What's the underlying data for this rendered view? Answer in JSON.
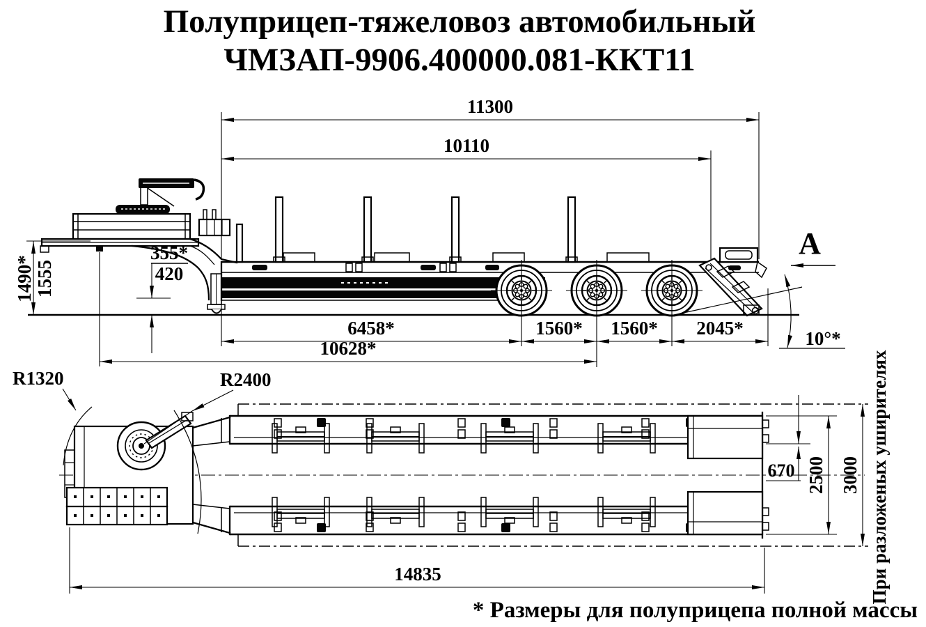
{
  "title": {
    "line1": "Полуприцеп-тяжеловоз автомобильный",
    "line2": "ЧМЗАП-9906.400000.081-ККТ11"
  },
  "side_view": {
    "view_arrow_label": "А",
    "dimensions": {
      "overall_length_top": "11300",
      "platform_length": "10110",
      "height_laden": "1490*",
      "height_unladen": "1555",
      "loading_height_laden": "355*",
      "loading_height_unladen": "420",
      "front_to_first_axle": "6458*",
      "axle_spacing_first": "1560*",
      "axle_spacing_second": "1560*",
      "rear_overhang": "2045*",
      "kingpin_to_middle_axle": "10628*",
      "ramp_angle": "10°*"
    }
  },
  "plan_view": {
    "dimensions": {
      "front_corner_radius": "R1320",
      "swing_radius": "R2400",
      "center_to_rail": "670",
      "frame_width": "2500",
      "extended_width": "3000",
      "overall_length": "14835"
    },
    "rotated_note": "При разложеных уширителях"
  },
  "footnote": "* Размеры для полуприцепа полной массы",
  "colors": {
    "ink": "#000000",
    "paper": "#ffffff"
  }
}
